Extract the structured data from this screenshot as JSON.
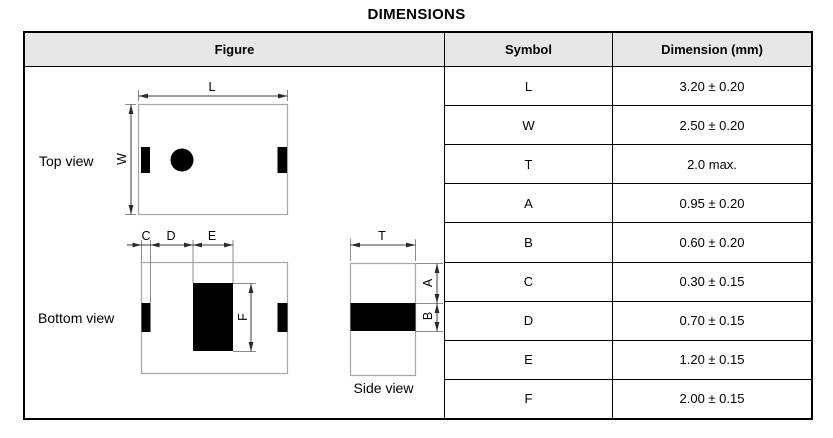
{
  "title": "DIMENSIONS",
  "table": {
    "headers": {
      "figure": "Figure",
      "symbol": "Symbol",
      "dimension": "Dimension (mm)"
    },
    "rows": [
      {
        "symbol": "L",
        "dimension": "3.20 ± 0.20"
      },
      {
        "symbol": "W",
        "dimension": "2.50 ± 0.20"
      },
      {
        "symbol": "T",
        "dimension": "2.0 max."
      },
      {
        "symbol": "A",
        "dimension": "0.95 ± 0.20"
      },
      {
        "symbol": "B",
        "dimension": "0.60 ± 0.20"
      },
      {
        "symbol": "C",
        "dimension": "0.30 ± 0.15"
      },
      {
        "symbol": "D",
        "dimension": "0.70 ± 0.15"
      },
      {
        "symbol": "E",
        "dimension": "1.20 ± 0.15"
      },
      {
        "symbol": "F",
        "dimension": "2.00 ± 0.15"
      }
    ]
  },
  "figure": {
    "views": {
      "top": "Top view",
      "bottom": "Bottom view",
      "side": "Side view"
    },
    "dim_labels": {
      "L": "L",
      "W": "W",
      "T": "T",
      "A": "A",
      "B": "B",
      "C": "C",
      "D": "D",
      "E": "E",
      "F": "F"
    }
  },
  "colors": {
    "header_bg": "#e7e7e7",
    "table_border": "#000000",
    "drawing_outline": "#a6a6a6",
    "drawing_fill": "#000000",
    "dimension_line": "#3c3c3c"
  }
}
